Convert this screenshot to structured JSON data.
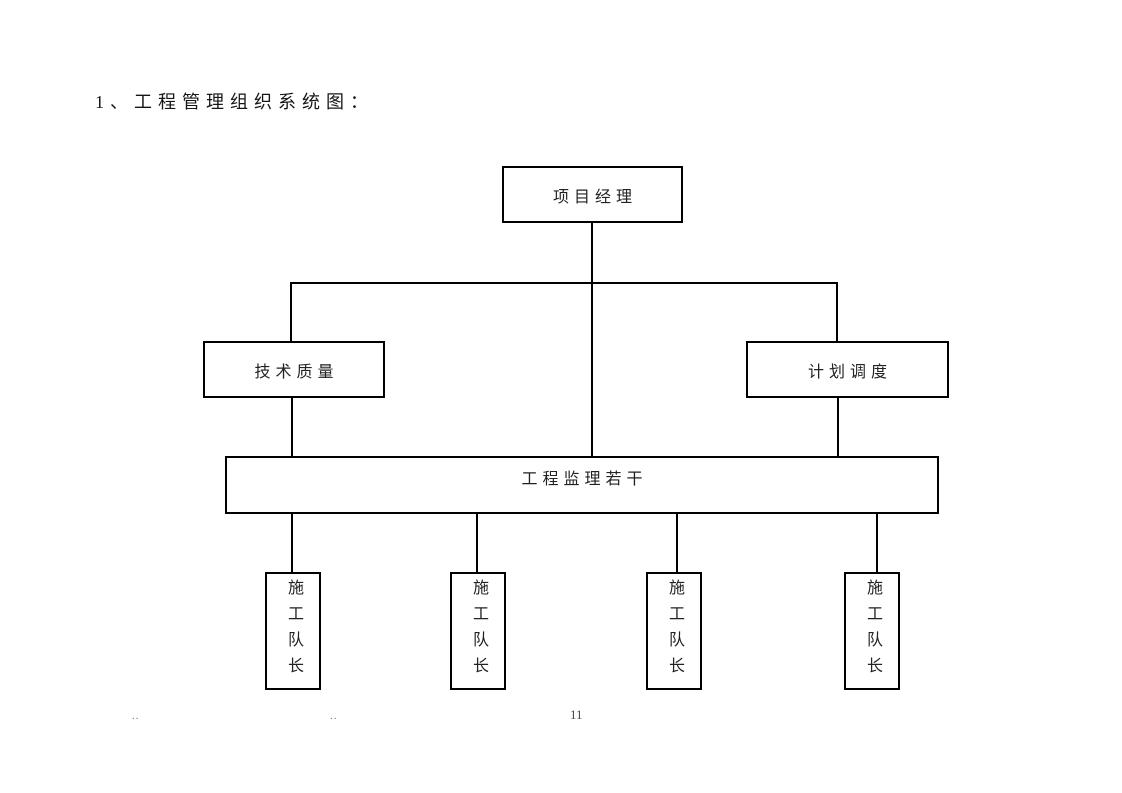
{
  "document": {
    "heading": "1、工程管理组织系统图：",
    "footer": {
      "left_mark": "..",
      "center_mark": "..",
      "page_number": "11"
    }
  },
  "diagram": {
    "type": "org-chart",
    "nodes": {
      "project_manager": "项目经理",
      "tech_quality": "技术质量",
      "plan_dispatch": "计划调度",
      "supervisors": "工程监理若干"
    },
    "crew_boxes": [
      {
        "label": "施工队长"
      },
      {
        "label": "施工队长"
      },
      {
        "label": "施工队长"
      },
      {
        "label": "施工队长"
      }
    ],
    "connections": [
      {
        "from": "项目经理",
        "to": "技术质量"
      },
      {
        "from": "项目经理",
        "to": "计划调度"
      },
      {
        "from": "项目经理",
        "to": "工程监理若干"
      },
      {
        "from": "技术质量",
        "to": "工程监理若干"
      },
      {
        "from": "计划调度",
        "to": "工程监理若干"
      },
      {
        "from": "工程监理若干",
        "to": "施工队长-1"
      },
      {
        "from": "工程监理若干",
        "to": "施工队长-2"
      },
      {
        "from": "工程监理若干",
        "to": "施工队长-3"
      },
      {
        "from": "工程监理若干",
        "to": "施工队长-4"
      }
    ],
    "colors": {
      "line": "#000000",
      "text": "#1c1c1c",
      "page_bg": "#ffffff"
    }
  }
}
